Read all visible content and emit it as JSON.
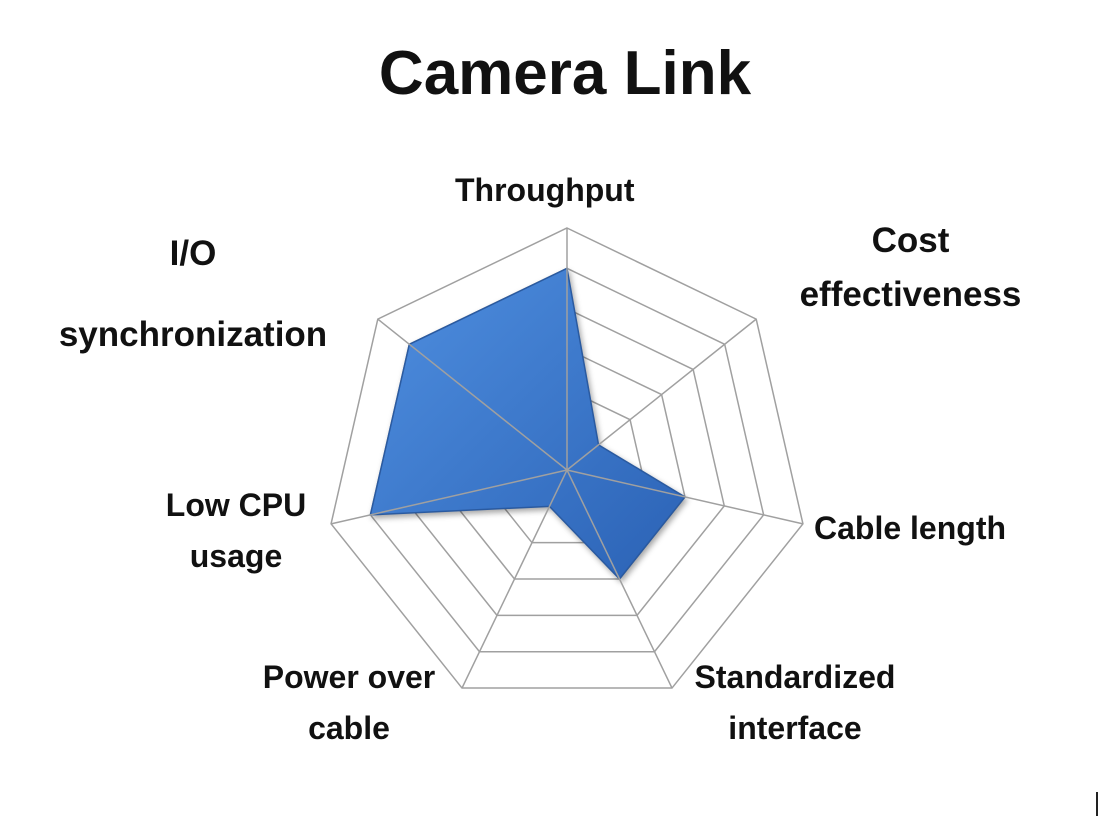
{
  "chart_data": {
    "type": "radar",
    "title": "Camera Link",
    "axes": [
      "Throughput",
      "Cost effectiveness",
      "Cable length",
      "Standardized interface",
      "Power over cable",
      "Low CPU usage",
      "I/O synchronization"
    ],
    "label_lines": [
      [
        "Throughput"
      ],
      [
        "Cost",
        "effectiveness"
      ],
      [
        "Cable length"
      ],
      [
        "Standardized",
        "interface"
      ],
      [
        "Power over",
        "cable"
      ],
      [
        "Low CPU",
        "usage"
      ],
      [
        "I/O",
        "synchronization"
      ]
    ],
    "values": [
      5,
      1,
      3,
      3,
      1,
      5,
      5
    ],
    "rmax": 6,
    "gridlines": 6,
    "series_color": "#3a7bd5",
    "grid_color": "#a0a0a0"
  }
}
